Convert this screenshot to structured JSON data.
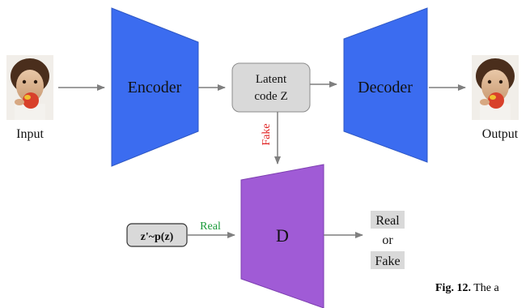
{
  "colors": {
    "encoder": "#3b6cf0",
    "decoder": "#3b6cf0",
    "discriminator": "#a05bd6",
    "latent_box": "#d9d9d9",
    "arrow": "#7f7f7f",
    "fake_label": "#e02020",
    "real_label": "#1a9a3a",
    "output_label_bg": "#d9d9d9"
  },
  "nodes": {
    "input_label": "Input",
    "encoder_label": "Encoder",
    "latent_line1": "Latent",
    "latent_line2": "code Z",
    "decoder_label": "Decoder",
    "output_label": "Output",
    "prior_label": "z'~p(z)",
    "discriminator_label": "D"
  },
  "edges": {
    "fake_label": "Fake",
    "real_label": "Real"
  },
  "result": {
    "line1": "Real",
    "line2": "or",
    "line3": "Fake"
  },
  "caption": {
    "fig_label": "Fig. 12.",
    "text": " The a"
  },
  "icons": {
    "input_image": "child-eating-apple-photo",
    "output_image": "child-eating-apple-photo"
  }
}
